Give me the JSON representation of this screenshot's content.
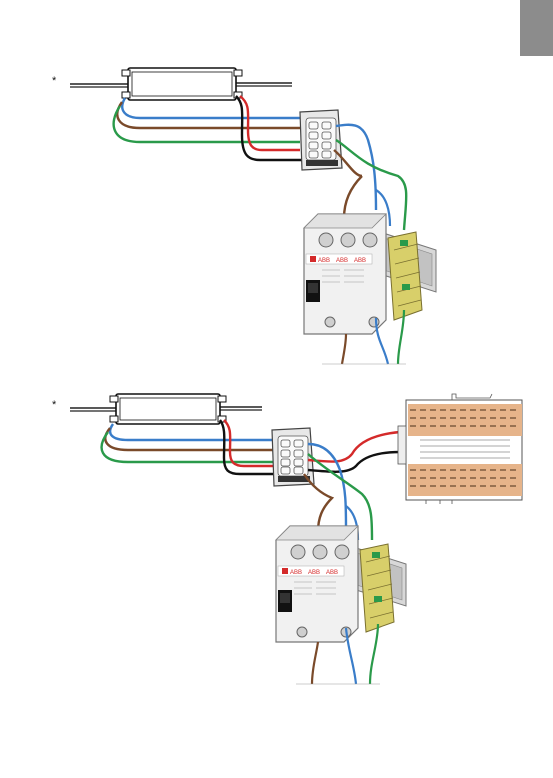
{
  "side_tab": {
    "label": ""
  },
  "page_number": "",
  "diagram_1": {
    "marker": "*",
    "breaker_labels": [
      "ABB",
      "ABB",
      "ABB"
    ]
  },
  "diagram_2": {
    "marker": "*",
    "breaker_labels": [
      "ABB",
      "ABB",
      "ABB"
    ]
  },
  "colors": {
    "blue_wire": "#3a7dc9",
    "brown_wire": "#7a4a2a",
    "green_wire": "#2a9a4a",
    "red_wire": "#d42a2a",
    "black_wire": "#111111",
    "terminal_yellow": "#d8cf6a",
    "heater_copper": "#e6b48a",
    "tab_gray": "#8c8c8c"
  }
}
